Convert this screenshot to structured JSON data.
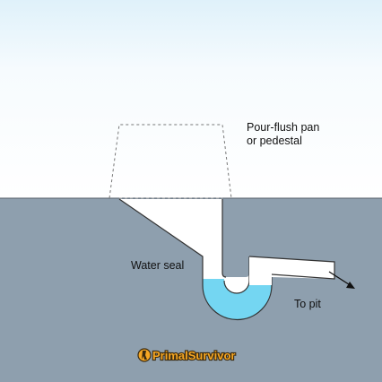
{
  "labels": {
    "pan_line1": "Pour-flush pan",
    "pan_line2": "or pedestal",
    "water_seal": "Water seal",
    "to_pit": "To pit"
  },
  "logo": {
    "text": "PrimalSurvivor",
    "text_color": "#f5a623",
    "outline_color": "#3a2a10"
  },
  "colors": {
    "sky_top": "#e9f5fb",
    "ground": "#8e9fae",
    "pipe": "#ffffff",
    "water": "#74d6f2",
    "outline": "#333333",
    "dashed": "#777777"
  }
}
